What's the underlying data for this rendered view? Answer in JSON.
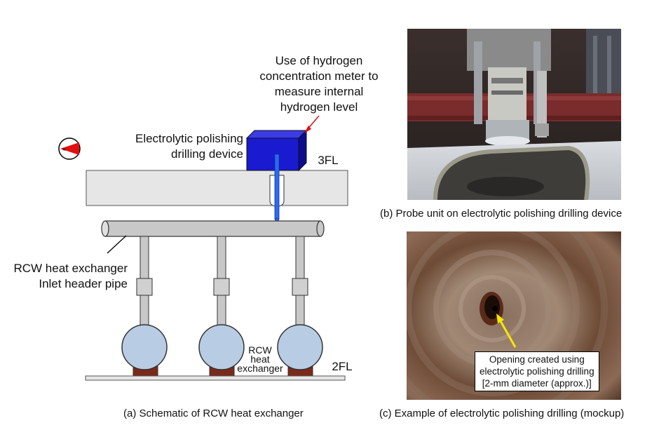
{
  "schematic": {
    "hydrogen_note": [
      "Use of hydrogen",
      "concentration meter to",
      "measure internal",
      "hydrogen level"
    ],
    "device_label": [
      "Electrolytic polishing",
      "drilling device"
    ],
    "floor_3": "3FL",
    "floor_2": "2FL",
    "pipe_label": [
      "RCW heat exchanger",
      "Inlet header pipe"
    ],
    "exchanger_label": [
      "RCW",
      "heat",
      "exchanger"
    ],
    "caption": "(a) Schematic of RCW heat exchanger"
  },
  "photo_b": {
    "caption": "(b) Probe unit on electrolytic polishing drilling device"
  },
  "photo_c": {
    "callout": [
      "Opening created using",
      "electrolytic polishing drilling",
      "[2-mm diameter (approx.)]"
    ],
    "caption": "(c) Example of electrolytic polishing drilling (mockup)"
  },
  "colors": {
    "device": "#1a1ad0",
    "pipe": "#c8c8c8",
    "exchanger": "#b8cde4",
    "base": "#7a2a1a",
    "arrow_red": "#e01010",
    "arrow_yellow": "#f5e800"
  },
  "icons": [
    "north-compass-icon"
  ]
}
